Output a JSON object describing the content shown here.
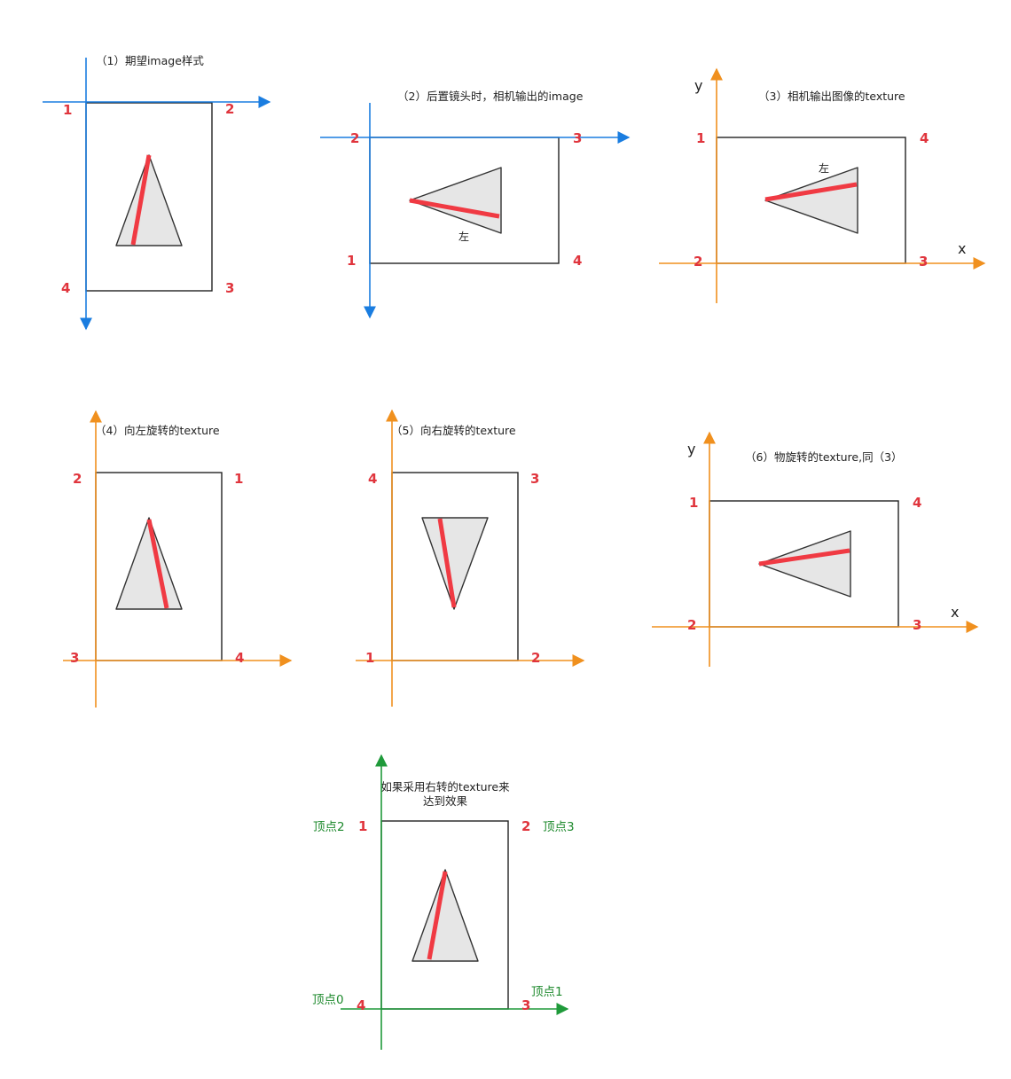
{
  "colors": {
    "blue_axis": "#1a7de0",
    "orange_axis": "#f0901e",
    "green_axis": "#1f9a3a",
    "corner_numbers": "#e0353d",
    "red_edge": "#f03a43",
    "triangle_fill": "#e6e6e6",
    "vertex_labels": "#1f8a2e"
  },
  "panels": {
    "p1": {
      "title": "（1）期望image样式",
      "corners": [
        "1",
        "2",
        "3",
        "4"
      ]
    },
    "p2": {
      "title": "（2）后置镜头时，相机输出的image",
      "corners": [
        "2",
        "3",
        "1",
        "4"
      ],
      "note": "左"
    },
    "p3": {
      "title": "（3）相机输出图像的texture",
      "corners": [
        "1",
        "4",
        "2",
        "3"
      ],
      "note": "左",
      "x_label": "x",
      "y_label": "y"
    },
    "p4": {
      "title": "（4）向左旋转的texture",
      "corners": [
        "2",
        "1",
        "3",
        "4"
      ]
    },
    "p5": {
      "title": "（5）向右旋转的texture",
      "corners": [
        "4",
        "3",
        "1",
        "2"
      ]
    },
    "p6": {
      "title": "（6）物旋转的texture,同（3）",
      "corners": [
        "1",
        "4",
        "2",
        "3"
      ],
      "x_label": "x",
      "y_label": "y"
    },
    "p7": {
      "title_line1": "如果采用右转的texture来",
      "title_line2": "达到效果",
      "corners": [
        "1",
        "2",
        "4",
        "3"
      ],
      "vertices": [
        "顶点2",
        "顶点3",
        "顶点0",
        "顶点1"
      ]
    }
  }
}
